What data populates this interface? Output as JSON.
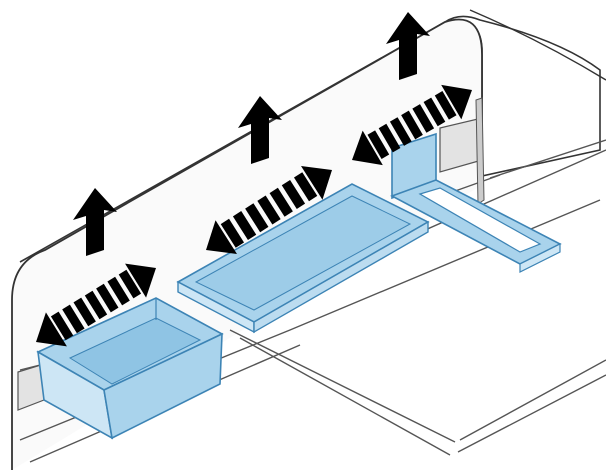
{
  "diagram": {
    "subject": "adjustable-door-bins",
    "colors": {
      "background": "#ffffff",
      "wall_fill": "#fafafa",
      "outline": "#333333",
      "bin_fill": "#a9d3ec",
      "bin_fill_light": "#cde6f5",
      "bin_outline": "#3d84b5",
      "arrow": "#000000",
      "rail": "#d9d9d9"
    },
    "components": [
      {
        "id": "deep-bin",
        "label": "",
        "adjust": [
          "up",
          "left",
          "right"
        ]
      },
      {
        "id": "flat-tray",
        "label": "",
        "adjust": [
          "up",
          "left",
          "right"
        ]
      },
      {
        "id": "hook-holder",
        "label": "",
        "adjust": [
          "up",
          "left",
          "right"
        ]
      }
    ]
  }
}
